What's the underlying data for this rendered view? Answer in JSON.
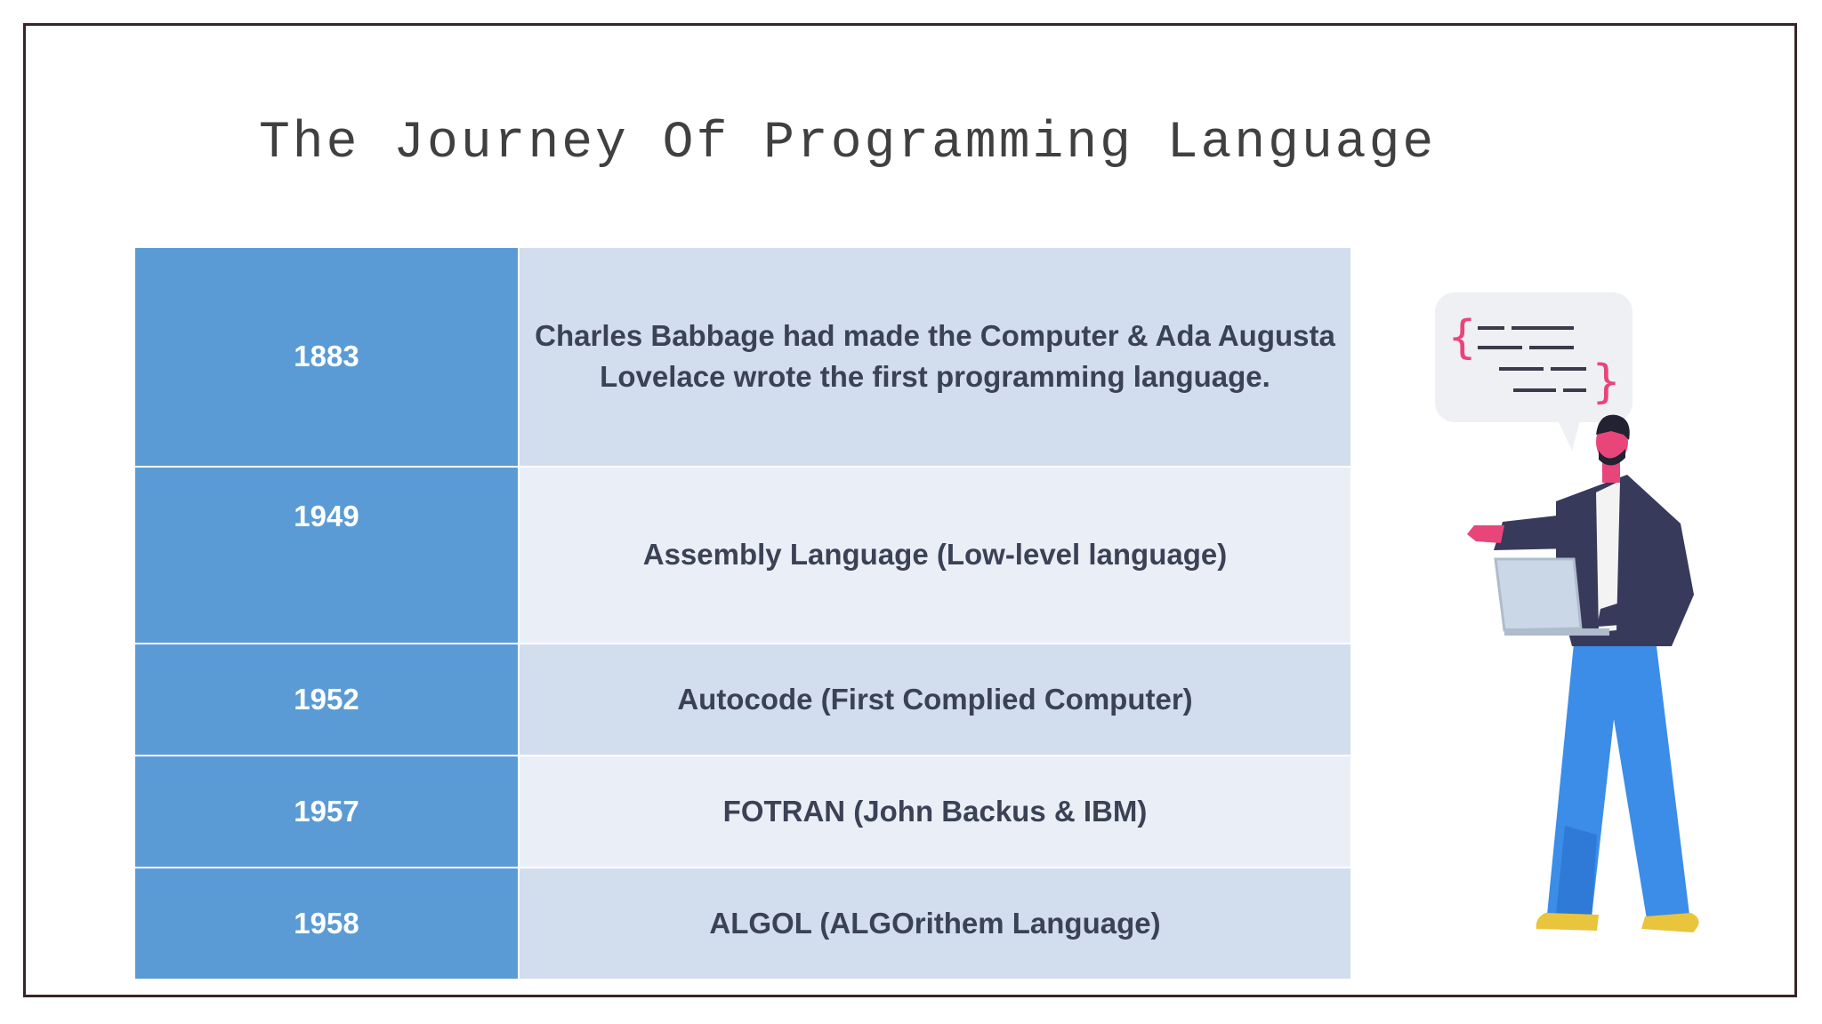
{
  "title": "The Journey Of Programming Language",
  "rows": [
    {
      "year": "1883",
      "text": "Charles Babbage had made the Computer & Ada Augusta Lovelace wrote the first programming language."
    },
    {
      "year": "1949",
      "text": "Assembly Language (Low-level language)"
    },
    {
      "year": "1952",
      "text": "Autocode (First Complied Computer)"
    },
    {
      "year": "1957",
      "text": "FOTRAN (John Backus & IBM)"
    },
    {
      "year": "1958",
      "text": "ALGOL (ALGOrithem Language)"
    }
  ],
  "colors": {
    "year_bg": "#5b9bd5",
    "row_dark": "#d2deee",
    "row_light": "#eaeff7",
    "accent_brace": "#e8457a",
    "pants": "#3b8de8",
    "jacket": "#383a5c"
  },
  "illustration": {
    "icon": "person-with-laptop-icon",
    "bubble_icon": "code-speech-bubble-icon"
  }
}
